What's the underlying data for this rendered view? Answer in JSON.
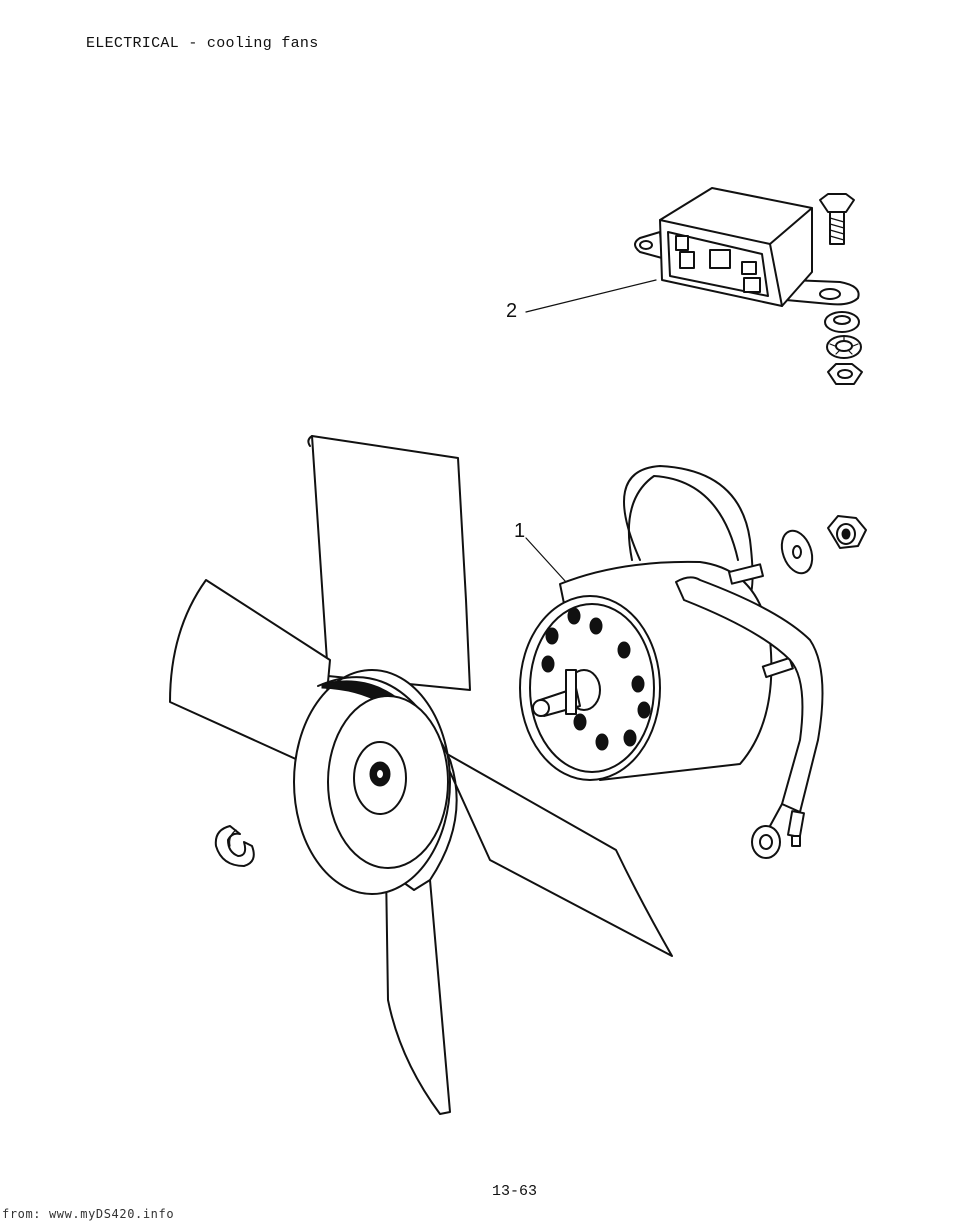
{
  "document": {
    "header": "ELECTRICAL - cooling fans",
    "page_number": "13-63",
    "watermark": "from: www.myDS420.info"
  },
  "callouts": [
    {
      "label": "1",
      "refers_to": "fan motor"
    },
    {
      "label": "2",
      "refers_to": "relay"
    }
  ]
}
